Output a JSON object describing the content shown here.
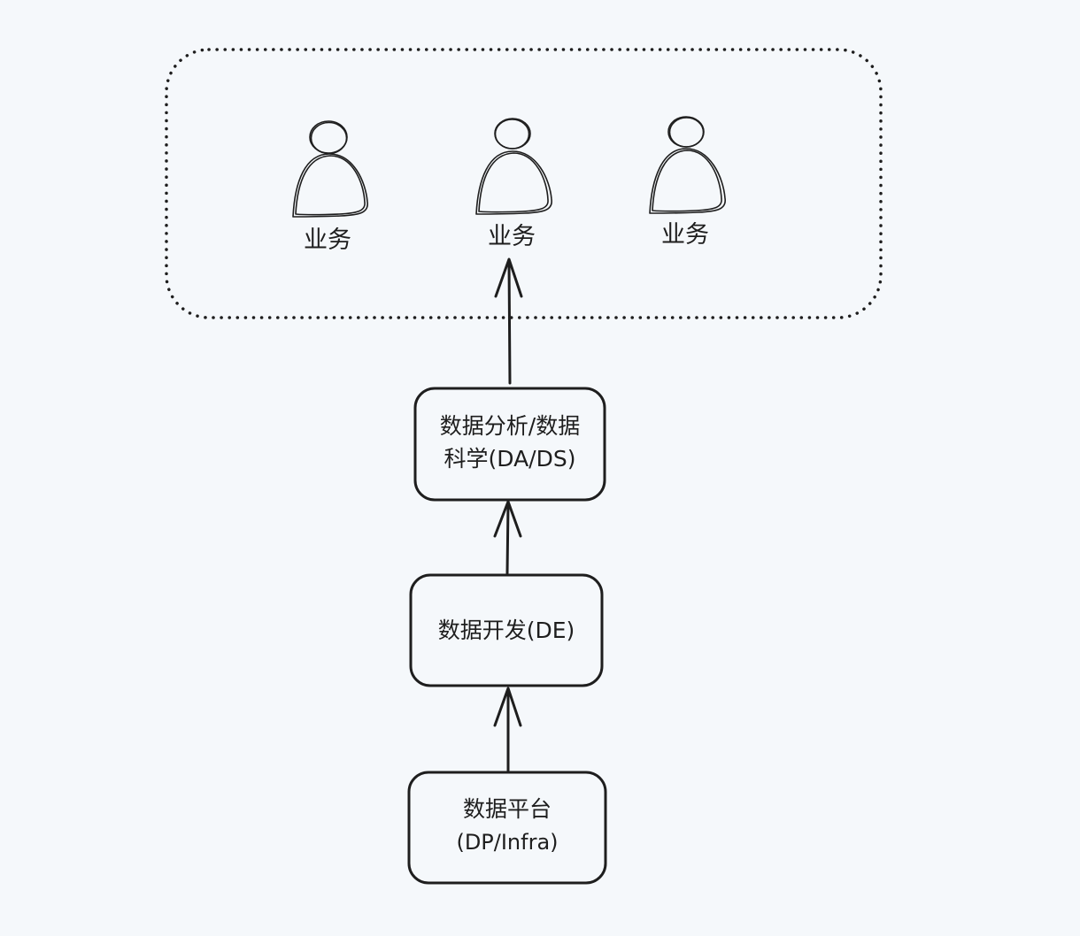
{
  "colors": {
    "background": "#f5f8fb",
    "stroke": "#1e1e1e"
  },
  "business_group": {
    "members": [
      {
        "label": "业务",
        "icon": "person-icon"
      },
      {
        "label": "业务",
        "icon": "person-icon"
      },
      {
        "label": "业务",
        "icon": "person-icon"
      }
    ]
  },
  "boxes": {
    "da_ds": {
      "line1": "数据分析/数据",
      "line2": "科学(DA/DS)"
    },
    "de": {
      "line1": "数据开发(DE)"
    },
    "dp": {
      "line1": "数据平台",
      "line2": "(DP/Infra)"
    }
  }
}
